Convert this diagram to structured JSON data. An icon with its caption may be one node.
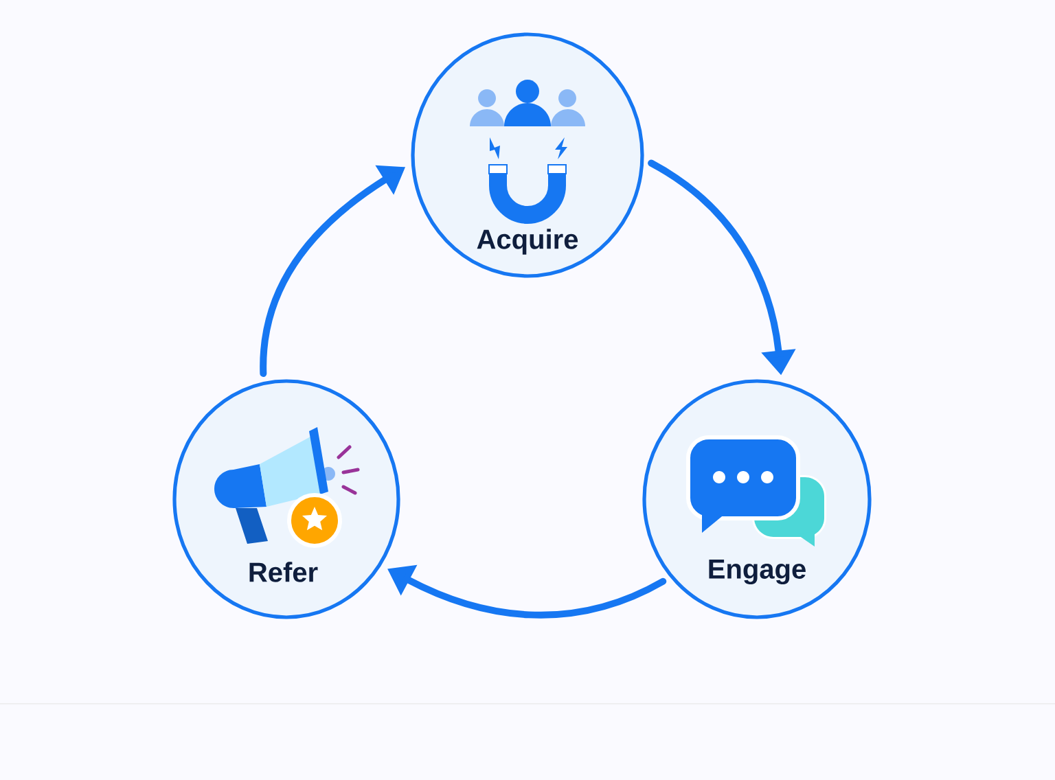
{
  "diagram": {
    "nodes": [
      {
        "text": [
          "Acquire"
        ]
      },
      {
        "text": [
          "Engage"
        ]
      },
      {
        "text": [
          "Refer"
        ]
      }
    ],
    "edges": [
      {
        "from": 0,
        "to": 1,
        "arrow": "to"
      },
      {
        "from": 1,
        "to": 2,
        "arrow": "to"
      },
      {
        "from": 2,
        "to": 0,
        "arrow": "to"
      }
    ]
  }
}
